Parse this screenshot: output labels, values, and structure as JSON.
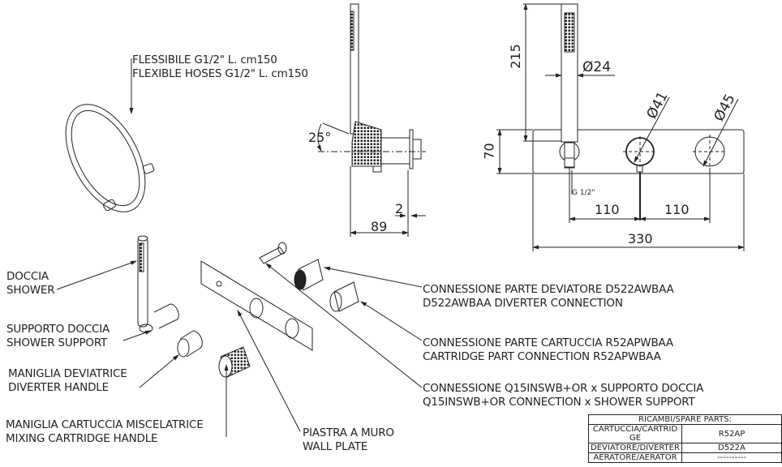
{
  "title": "Exploded view and dimensions – wall-mounted shower mixer",
  "labels": {
    "hose": {
      "it": "FLESSIBILE G1/2\" L. cm150",
      "en": "FLEXIBLE HOSES  G1/2\" L. cm150"
    },
    "shower": {
      "it": "DOCCIA",
      "en": "SHOWER"
    },
    "shower_support": {
      "it": "SUPPORTO DOCCIA",
      "en": "SHOWER SUPPORT"
    },
    "diverter_handle": {
      "it": "MANIGLIA DEVIATRICE",
      "en": "DIVERTER HANDLE"
    },
    "mixing_handle": {
      "it": "MANIGLIA CARTUCCIA MISCELATRICE",
      "en": "MIXING CARTRIDGE HANDLE"
    },
    "wall_plate": {
      "it": "PIASTRA A MURO",
      "en": "WALL PLATE"
    },
    "diverter_connection": {
      "it": "CONNESSIONE PARTE DEVIATORE  D522AWBAA",
      "en": "D522AWBAA DIVERTER CONNECTION"
    },
    "cartridge_connection": {
      "it": "CONNESSIONE PARTE CARTUCCIA R52APWBAA",
      "en": "CARTRIDGE PART CONNECTION R52APWBAA"
    },
    "support_connection": {
      "it": "CONNESSIONE Q15INSWB+OR x SUPPORTO DOCCIA",
      "en": "Q15INSWB+OR CONNECTION x SHOWER SUPPORT"
    }
  },
  "dimensions": {
    "side_angle": "25°",
    "side_depth": "89",
    "side_offset": "2",
    "front_height_shower": "215",
    "front_plate_height": "70",
    "shower_diameter": "Ø24",
    "handle1_diameter": "Ø41",
    "handle2_diameter": "Ø45",
    "spacing1": "110",
    "spacing2": "110",
    "total_width": "330",
    "thread": "G 1/2\""
  },
  "spare_parts": {
    "header": "RICAMBI/SPARE PARTS:",
    "rows": [
      {
        "part": "CARTUCCIA/CARTRIDGE",
        "code": "R52AP"
      },
      {
        "part": "DEVIATORE/DIVERTER",
        "code": "D522A"
      },
      {
        "part": "AERATORE/AERATOR",
        "code": "----------"
      }
    ]
  }
}
